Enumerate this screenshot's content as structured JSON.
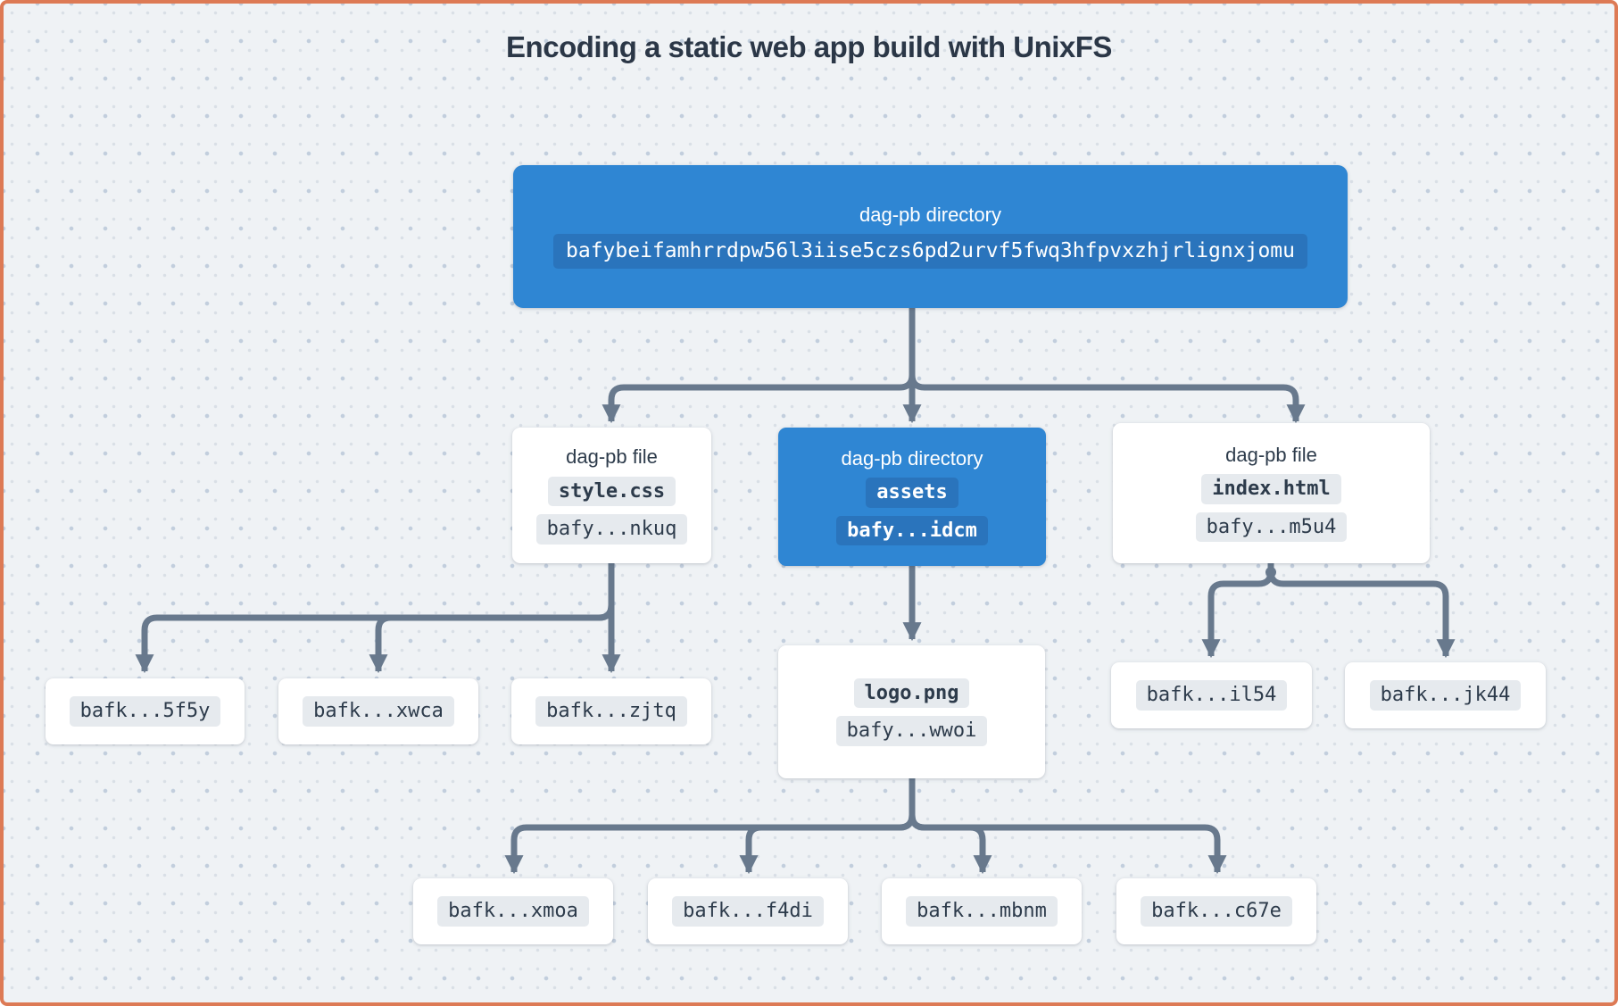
{
  "title": "Encoding a static web app build with UnixFS",
  "palette": {
    "background": "#EFF2F5",
    "frame_border": "#DD7A55",
    "node_blue": "#2F86D3",
    "node_blue_pill": "#2A74BC",
    "node_white": "#FFFFFF",
    "gray_pill": "#E6EAEE",
    "text_dark": "#2D3B4B",
    "connector": "#68798D"
  },
  "nodes": {
    "root": {
      "type": "dag-pb directory",
      "cid": "bafybeifamhrrdpw56l3iise5czs6pd2urvf5fwq3hfpvxzhjrlignxjomu"
    },
    "style_css": {
      "type": "dag-pb file",
      "name": "style.css",
      "cid": "bafy...nkuq"
    },
    "assets": {
      "type": "dag-pb directory",
      "name": "assets",
      "cid": "bafy...idcm"
    },
    "index_html": {
      "type": "dag-pb file",
      "name": "index.html",
      "cid": "bafy...m5u4"
    },
    "logo_png": {
      "name": "logo.png",
      "cid": "bafy...wwoi"
    },
    "style_css_blocks": [
      "bafk...5f5y",
      "bafk...xwca",
      "bafk...zjtq"
    ],
    "index_html_blocks": [
      "bafk...il54",
      "bafk...jk44"
    ],
    "logo_png_blocks": [
      "bafk...xmoa",
      "bafk...f4di",
      "bafk...mbnm",
      "bafk...c67e"
    ]
  }
}
